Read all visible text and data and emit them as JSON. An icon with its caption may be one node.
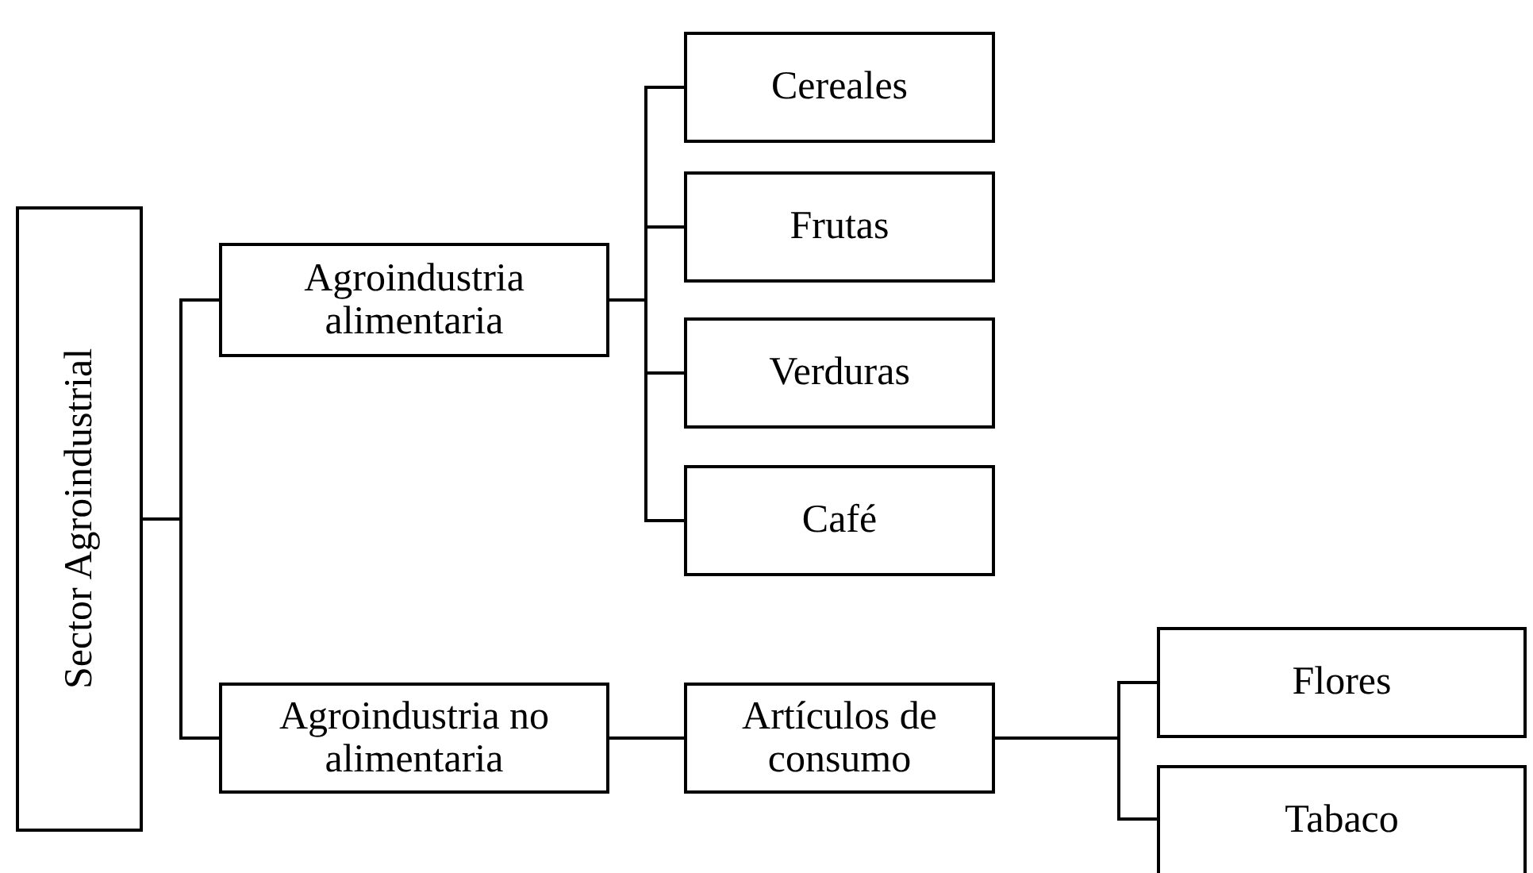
{
  "diagram": {
    "nodes": [
      {
        "text": [
          "Sector Agroindustrial"
        ]
      },
      {
        "text": [
          "Agroindustria alimentaria"
        ]
      },
      {
        "text": [
          "Agroindustria no alimentaria"
        ]
      },
      {
        "text": [
          "Cereales"
        ]
      },
      {
        "text": [
          "Frutas"
        ]
      },
      {
        "text": [
          "Verduras"
        ]
      },
      {
        "text": [
          "Café"
        ]
      },
      {
        "text": [
          "Artículos de consumo"
        ]
      },
      {
        "text": [
          "Flores"
        ]
      },
      {
        "text": [
          "Tabaco"
        ]
      }
    ],
    "edges": [
      {
        "from": 0,
        "to": 1,
        "arrow": "none"
      },
      {
        "from": 0,
        "to": 2,
        "arrow": "none"
      },
      {
        "from": 1,
        "to": 3,
        "arrow": "none"
      },
      {
        "from": 1,
        "to": 4,
        "arrow": "none"
      },
      {
        "from": 1,
        "to": 5,
        "arrow": "none"
      },
      {
        "from": 1,
        "to": 6,
        "arrow": "none"
      },
      {
        "from": 2,
        "to": 7,
        "arrow": "none"
      },
      {
        "from": 7,
        "to": 8,
        "arrow": "none"
      },
      {
        "from": 7,
        "to": 9,
        "arrow": "none"
      }
    ]
  }
}
